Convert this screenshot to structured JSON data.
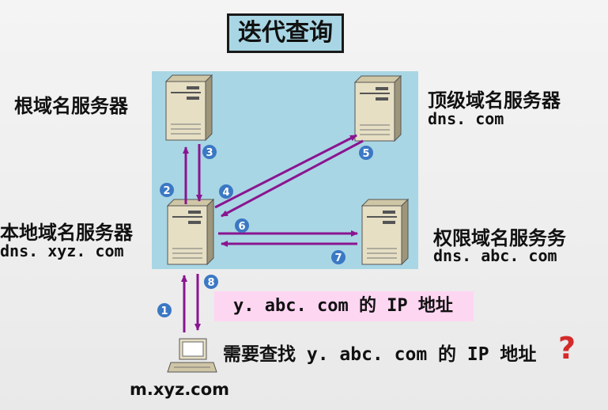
{
  "title": "迭代查询",
  "root_server": {
    "label": "根域名服务器"
  },
  "tld_server": {
    "label": "顶级域名服务器",
    "dns": "dns. com"
  },
  "local_server": {
    "label": "本地域名服务器",
    "dns": "dns. xyz. com"
  },
  "auth_server": {
    "label": "权限域名服务务",
    "dns": "dns. abc. com"
  },
  "answer": "y. abc. com 的 IP 地址",
  "question": "需要查找 y. abc. com 的 IP 地址",
  "question_mark": "?",
  "host": {
    "name": "m.xyz.com"
  },
  "steps": [
    "1",
    "2",
    "3",
    "4",
    "5",
    "6",
    "7",
    "8"
  ],
  "colors": {
    "panel": "#a9d6e4",
    "arrow": "#8a1590",
    "badge": "#3b78c4",
    "answer_bg": "#fdd6f2",
    "question_mark": "#d42a2a"
  }
}
